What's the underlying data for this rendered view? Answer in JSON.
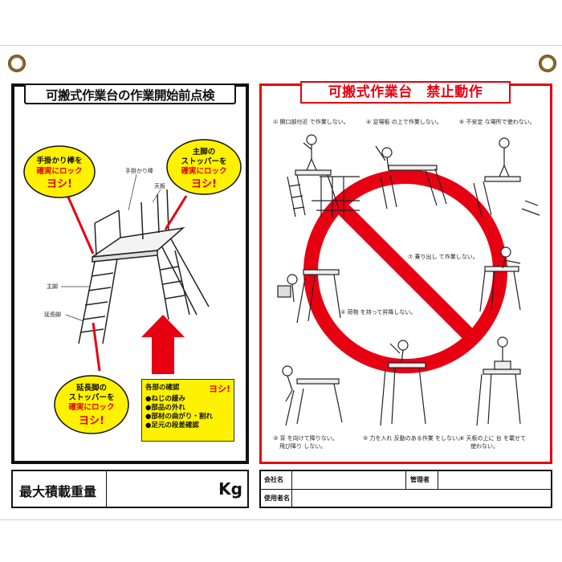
{
  "left_panel": {
    "title": "可搬式作業台の作業開始前点検",
    "bubbles": [
      {
        "line1": "手掛かり棒を",
        "line2": "確実にロック",
        "yoshi": "ヨシ!"
      },
      {
        "line1": "主脚の",
        "line2a": "ストッパーを",
        "line2": "確実にロック",
        "yoshi": "ヨシ!"
      },
      {
        "line1": "延長脚の",
        "line2a": "ストッパーを",
        "line2": "確実にロック",
        "yoshi": "ヨシ!"
      }
    ],
    "part_labels": {
      "handrail": "手掛かり棒",
      "platform": "天板",
      "main_leg": "主脚",
      "ext_leg": "延長脚"
    },
    "checklist": {
      "heading": "各部の確認",
      "yoshi": "ヨシ!",
      "items": [
        "●ねじの緩み",
        "●部品の外れ",
        "●部材の曲がり・割れ",
        "●足元の段差確認"
      ]
    },
    "max_load_label": "最大積載重量",
    "unit": "Kg"
  },
  "right_panel": {
    "title": "可搬式作業台　禁止動作",
    "captions": [
      "① 開口部付近 で作業しない。",
      "④ 足場板 の上で作業しない。",
      "⑥ 不安定 な場所で使わない。",
      "⑦ 乗り出し て作業しない。",
      "② 荷物 を持って昇降しない。",
      "③ 背 を向けて降りない。",
      "飛び降り しない。",
      "⑤ 力を入れ 反動のある作業 をしない。",
      "⑧ 天板の上に 台 を載せて",
      "使わない。"
    ]
  },
  "footer": {
    "company_label": "会社名",
    "manager_label": "管理者",
    "user_label": "使用者名"
  }
}
